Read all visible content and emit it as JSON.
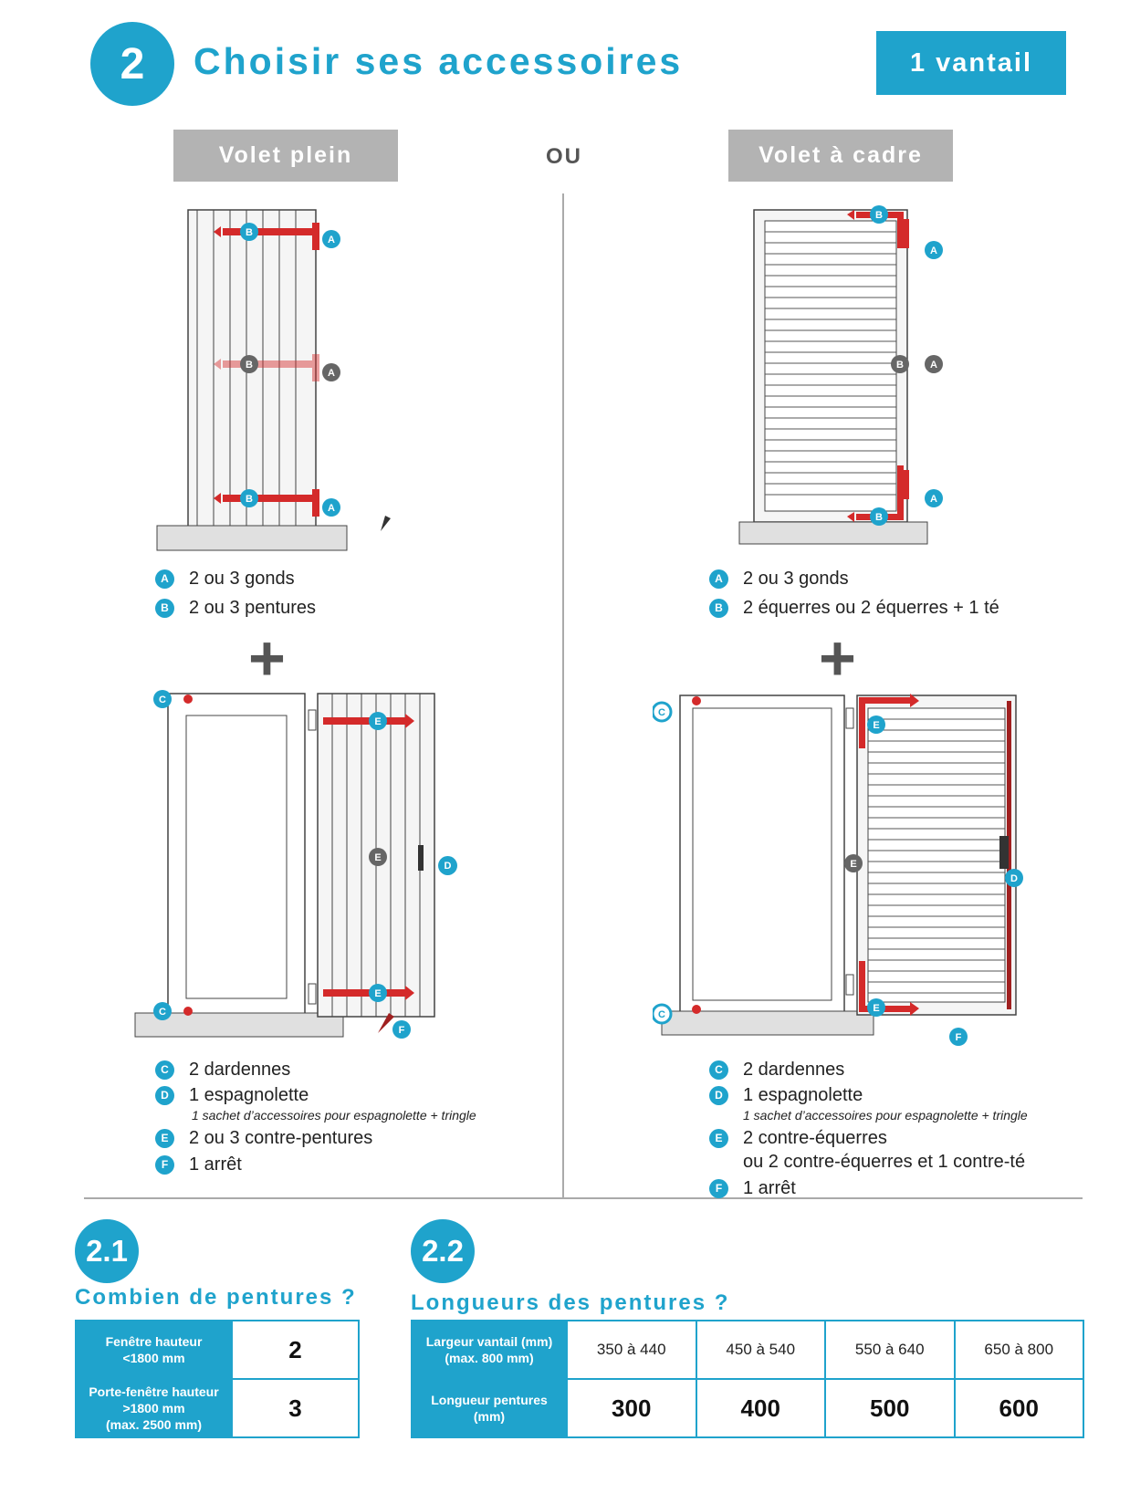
{
  "header": {
    "step_number": "2",
    "title": "Choisir ses accessoires",
    "badge": "1 vantail"
  },
  "columns": {
    "left_title": "Volet plein",
    "separator": "OU",
    "right_title": "Volet à cadre"
  },
  "left": {
    "legend_top": [
      {
        "letter": "A",
        "text": "2 ou 3 gonds"
      },
      {
        "letter": "B",
        "text": "2 ou 3 pentures"
      }
    ],
    "legend_bottom": [
      {
        "letter": "C",
        "text": "2 dardennes",
        "sub": ""
      },
      {
        "letter": "D",
        "text": "1 espagnolette",
        "sub": "1 sachet d’accessoires pour espagnolette + tringle"
      },
      {
        "letter": "E",
        "text": "2 ou 3 contre-pentures",
        "sub": ""
      },
      {
        "letter": "F",
        "text": "1 arrêt",
        "sub": ""
      }
    ]
  },
  "right": {
    "legend_top": [
      {
        "letter": "A",
        "text": "2 ou 3 gonds"
      },
      {
        "letter": "B",
        "text": "2 équerres ou 2 équerres + 1 té"
      }
    ],
    "legend_bottom": [
      {
        "letter": "C",
        "text": "2 dardennes",
        "sub": ""
      },
      {
        "letter": "D",
        "text": "1 espagnolette",
        "sub": "1 sachet d’accessoires pour espagnolette + tringle"
      },
      {
        "letter": "E",
        "text": "2 contre-équerres",
        "sub": "ou 2 contre-équerres et 1 contre-té"
      },
      {
        "letter": "F",
        "text": "1 arrêt",
        "sub": ""
      }
    ]
  },
  "plus": "+",
  "labels": {
    "A": "A",
    "B": "B",
    "C": "C",
    "D": "D",
    "E": "E",
    "F": "F"
  },
  "section_21": {
    "number": "2.1",
    "title": "Combien de pentures ?",
    "rows": [
      {
        "label_line1": "Fenêtre hauteur",
        "label_line2": "<1800 mm",
        "label_line3": "",
        "value": "2"
      },
      {
        "label_line1": "Porte-fenêtre hauteur",
        "label_line2": ">1800 mm",
        "label_line3": "(max. 2500 mm)",
        "value": "3"
      }
    ]
  },
  "section_22": {
    "number": "2.2",
    "title": "Longueurs des pentures ?",
    "row1_label_line1": "Largeur vantail (mm)",
    "row1_label_line2": "(max. 800 mm)",
    "row2_label_line1": "Longueur pentures",
    "row2_label_line2": "(mm)",
    "widths": [
      "350 à 440",
      "450 à 540",
      "550 à 640",
      "650 à 800"
    ],
    "lengths": [
      "300",
      "400",
      "500",
      "600"
    ]
  },
  "colors": {
    "accent": "#1fa3cc",
    "hardware": "#d42a2a",
    "header_gray": "#b3b3b3"
  }
}
